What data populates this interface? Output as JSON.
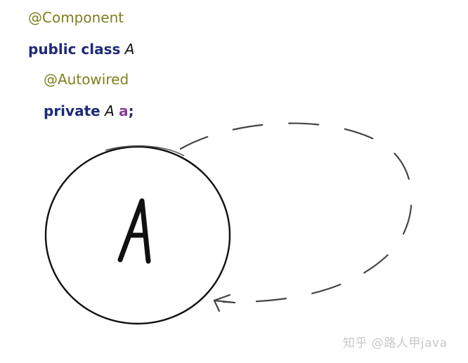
{
  "code": {
    "line1": {
      "annotation": "@Component"
    },
    "line2": {
      "keywords": "public class",
      "class_name": "A"
    },
    "line3": {
      "annotation": "@Autowired"
    },
    "line4": {
      "keyword": "private",
      "type": "A",
      "field": "a",
      "terminator": ";"
    }
  },
  "diagram": {
    "node_label": "A",
    "edge": {
      "style": "dashed",
      "direction": "self-loop back to node A",
      "arrowhead": "arrow-left"
    }
  },
  "colors": {
    "annotation": "#7f7f1f",
    "keyword": "#1e2a78",
    "field": "#8a3a9a",
    "stroke": "#111111",
    "dashed_stroke": "#444444",
    "watermark": "#c8c8c8"
  },
  "watermark": {
    "text": "知乎 @路人甲java"
  }
}
